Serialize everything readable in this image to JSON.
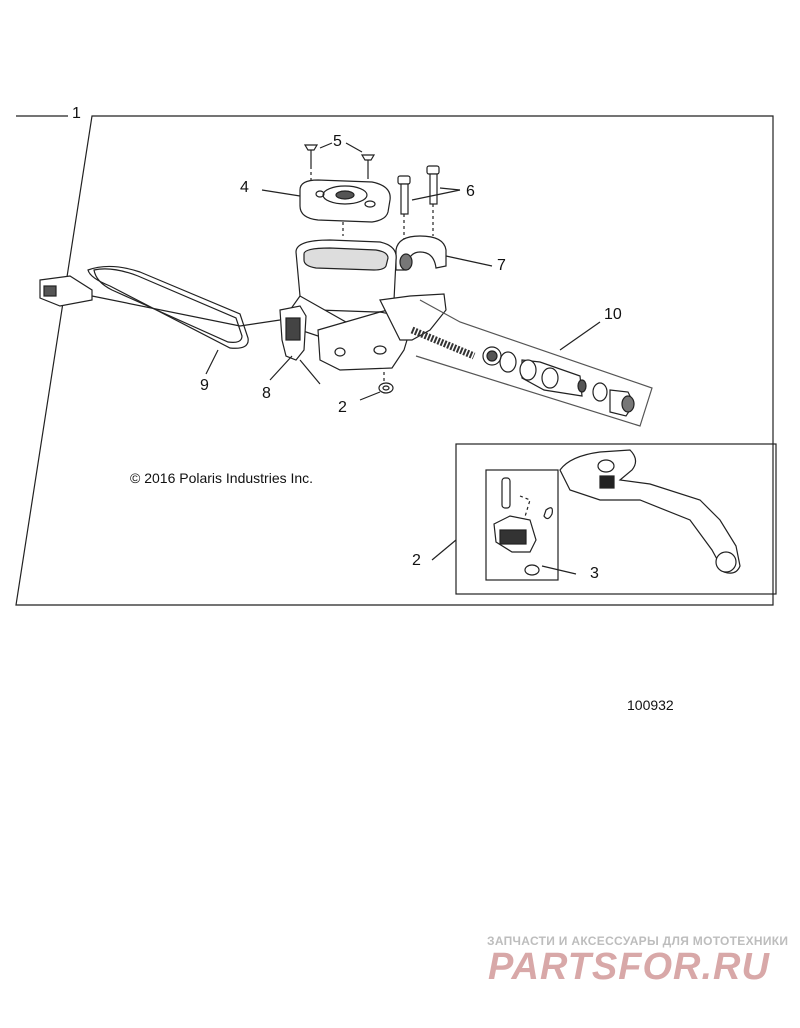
{
  "callouts": {
    "c1": "1",
    "c2a": "2",
    "c2b": "2",
    "c3": "3",
    "c4": "4",
    "c5": "5",
    "c6": "6",
    "c7": "7",
    "c8": "8",
    "c9": "9",
    "c10": "10"
  },
  "copyright": "© 2016 Polaris Industries Inc.",
  "figure_number": "100932",
  "watermark": {
    "tagline": "ЗАПЧАСТИ И АКСЕССУАРЫ ДЛЯ МОТОТЕХНИКИ",
    "logo": "PARTSFOR.RU"
  }
}
